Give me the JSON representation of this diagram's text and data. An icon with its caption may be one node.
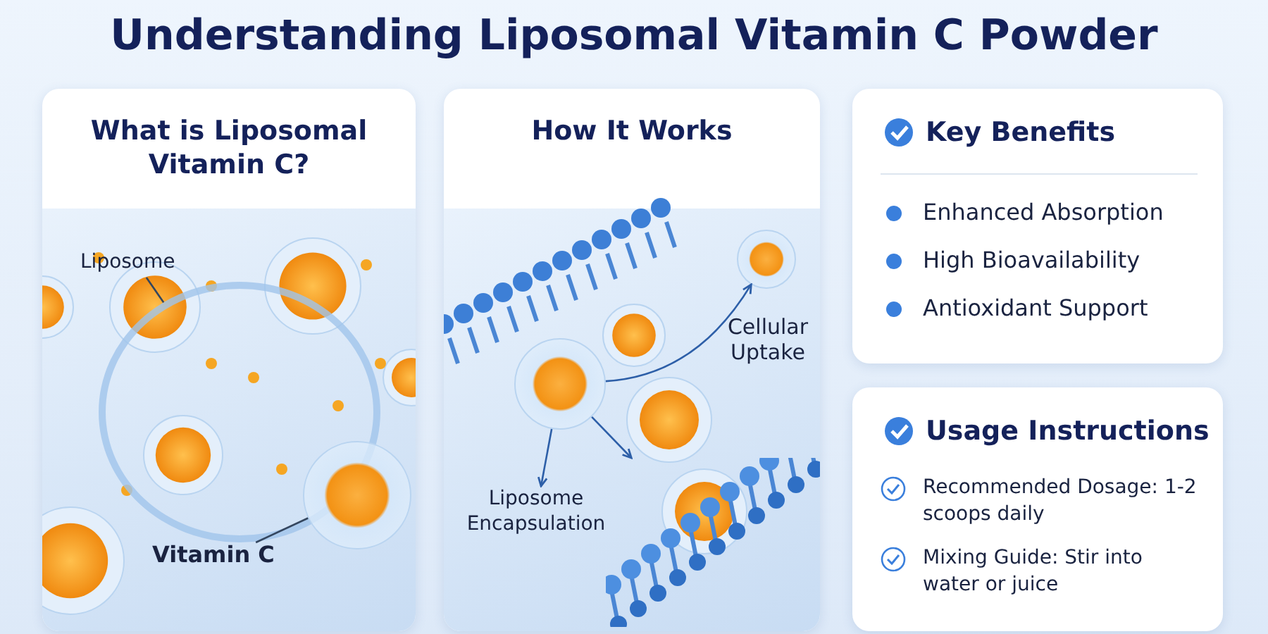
{
  "diagram": {
    "title": "Understanding Liposomal Vitamin C Powder",
    "nodes": [
      {
        "text": [
          "What is Liposomal Vitamin C?"
        ]
      },
      {
        "text": [
          "Liposome"
        ],
        "in": 0
      },
      {
        "text": [],
        "shape": "circle",
        "in": 0
      },
      {
        "text": [
          "Vitamin C"
        ],
        "in": 0
      },
      {
        "text": [],
        "shape": "circle",
        "in": 0
      },
      {
        "text": [
          "How It Works"
        ]
      },
      {
        "text": [],
        "shape": "circle",
        "in": 5
      },
      {
        "text": [],
        "shape": "circle",
        "in": 5,
        "beside": [
          "Cellular Uptake"
        ]
      },
      {
        "text": [
          "Liposome Encapsulation"
        ],
        "in": 5
      },
      {
        "text": [],
        "shape": "bar",
        "in": 5
      },
      {
        "text": [
          "Key Benefits",
          "Enhanced Absorption",
          "High Bioavailability",
          "Antioxidant Support"
        ]
      },
      {
        "text": [
          "Usage Instructions",
          "Recommended Dosage: 1-2 scoops daily",
          "Mixing Guide: Stir into water or juice"
        ]
      }
    ],
    "edges": [
      {
        "from": 1,
        "to": 2,
        "arrow": "none"
      },
      {
        "from": 3,
        "to": 4,
        "arrow": "none"
      },
      {
        "from": 6,
        "to": 7,
        "arrow": "to"
      },
      {
        "from": 6,
        "to": 8,
        "arrow": "to"
      },
      {
        "from": 6,
        "to": 9,
        "arrow": "to"
      }
    ]
  }
}
